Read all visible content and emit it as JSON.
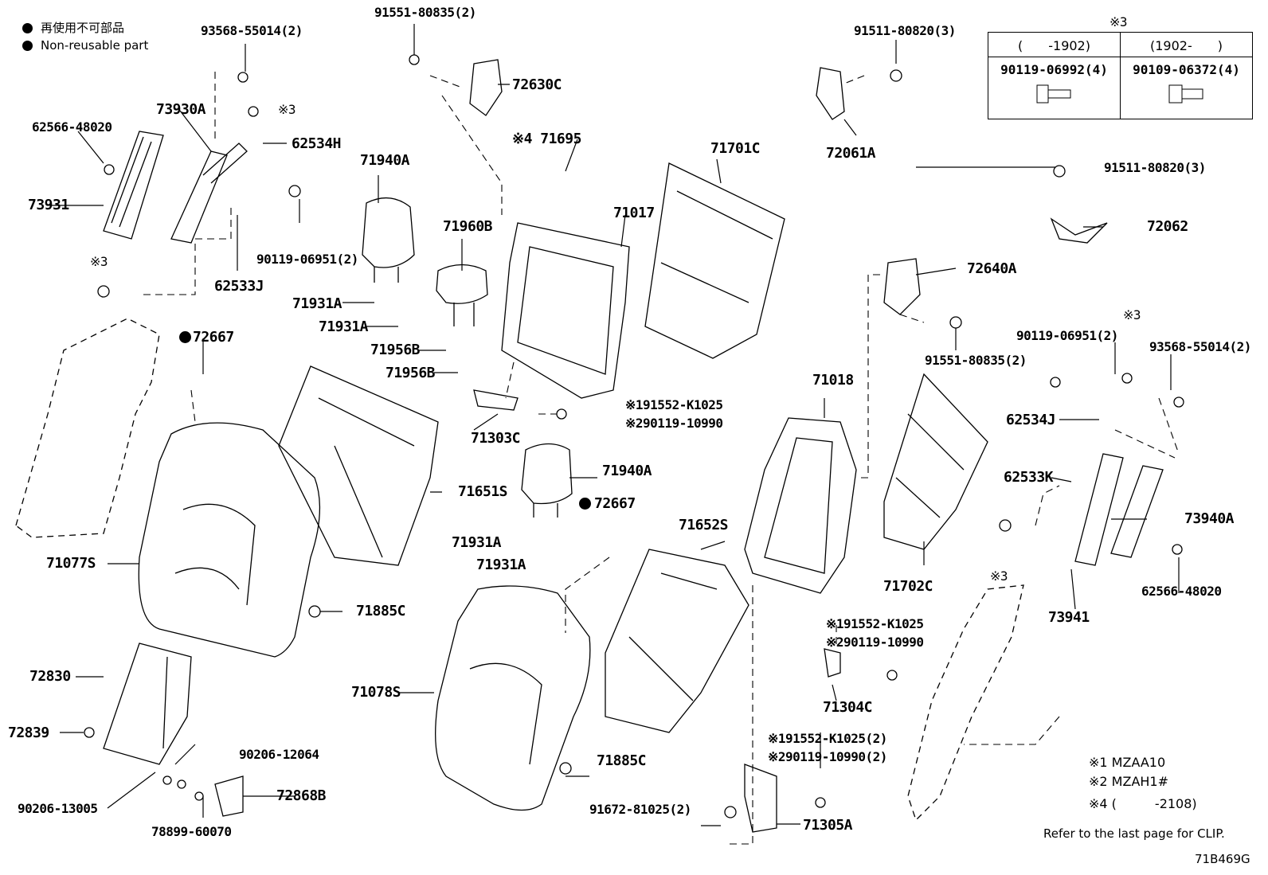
{
  "legend": {
    "line1": "再使用不可部品",
    "line2": "Non-reusable part"
  },
  "year_table": {
    "mark": "※3",
    "col1_head": "(　　-1902)",
    "col2_head": "(1902-　　)",
    "col1_part": "90119-06992(4)",
    "col2_part": "90109-06372(4)"
  },
  "notes": {
    "n1": "※1 MZAA10",
    "n2": "※2 MZAH1#",
    "n4": "※4 (　　　-2108)",
    "clip": "Refer to the last page for CLIP.",
    "code": "71B469G"
  },
  "labels": {
    "l01": "93568-55014(2)",
    "l02": "91551-80835(2)",
    "l03": "72630C",
    "l04": "73930A",
    "l05": "62566-48020",
    "l06": "※3",
    "l07": "62534H",
    "l08": "73931",
    "l09": "90119-06951(2)",
    "l10": "※3",
    "l11": "62533J",
    "l12": "72667",
    "l13": "71940A",
    "l14": "※4 71695",
    "l15": "71701C",
    "l16": "91511-80820(3)",
    "l17": "72061A",
    "l18": "91511-80820(3)",
    "l19": "72062",
    "l20": "71017",
    "l21": "71960B",
    "l22": "71931A",
    "l23": "71931A",
    "l24": "71956B",
    "l25": "71956B",
    "l26": "72640A",
    "l27": "※3",
    "l28": "90119-06951(2)",
    "l29": "93568-55014(2)",
    "l30": "91551-80835(2)",
    "l31": "※191552-K1025",
    "l32": "※290119-10990",
    "l33": "71303C",
    "l34": "71018",
    "l35": "62534J",
    "l36": "71651S",
    "l37": "71940A",
    "l38": "72667",
    "l39": "62533K",
    "l40": "71077S",
    "l41": "71652S",
    "l42": "71931A",
    "l43": "71931A",
    "l44": "73940A",
    "l45": "71885C",
    "l46": "71702C",
    "l47": "62566-48020",
    "l48": "※3",
    "l49": "73941",
    "l50": "※191552-K1025",
    "l51": "※290119-10990",
    "l52": "72830",
    "l53": "71078S",
    "l54": "71304C",
    "l55": "72839",
    "l56": "90206-12064",
    "l57": "71885C",
    "l58": "※191552-K1025(2)",
    "l59": "※290119-10990(2)",
    "l60": "72868B",
    "l61": "90206-13005",
    "l62": "78899-60070",
    "l63": "91672-81025(2)",
    "l64": "71305A"
  }
}
